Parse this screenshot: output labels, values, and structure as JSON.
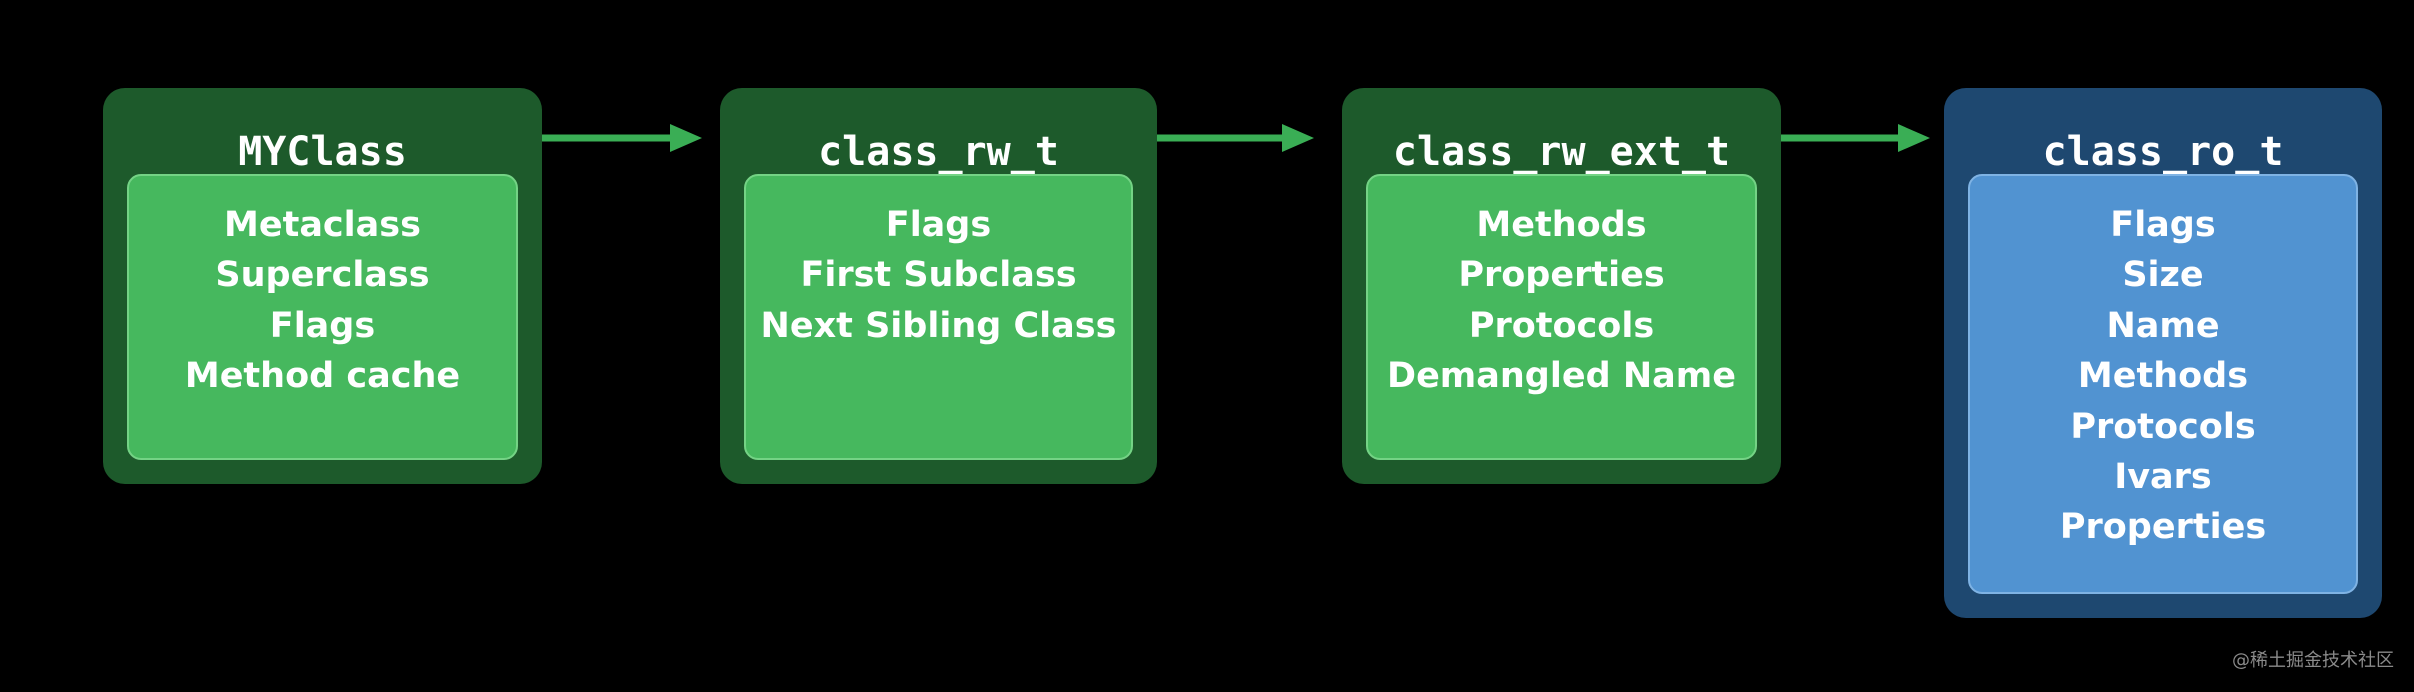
{
  "diagram": {
    "nodes": [
      {
        "title": "MYClass",
        "fields": [
          "Metaclass",
          "Superclass",
          "Flags",
          "Method cache"
        ],
        "color": "#1d5a2b",
        "inner_color": "#46b85e"
      },
      {
        "title": "class_rw_t",
        "fields": [
          "Flags",
          "First Subclass",
          "Next Sibling Class"
        ],
        "color": "#1d5a2b",
        "inner_color": "#46b85e"
      },
      {
        "title": "class_rw_ext_t",
        "fields": [
          "Methods",
          "Properties",
          "Protocols",
          "Demangled Name"
        ],
        "color": "#1d5a2b",
        "inner_color": "#46b85e"
      },
      {
        "title": "class_ro_t",
        "fields": [
          "Flags",
          "Size",
          "Name",
          "Methods",
          "Protocols",
          "Ivars",
          "Properties"
        ],
        "color": "#1e4870",
        "inner_color": "#5193d1"
      }
    ],
    "arrow_color": "#3aae55"
  },
  "watermark": "@稀土掘金技术社区"
}
